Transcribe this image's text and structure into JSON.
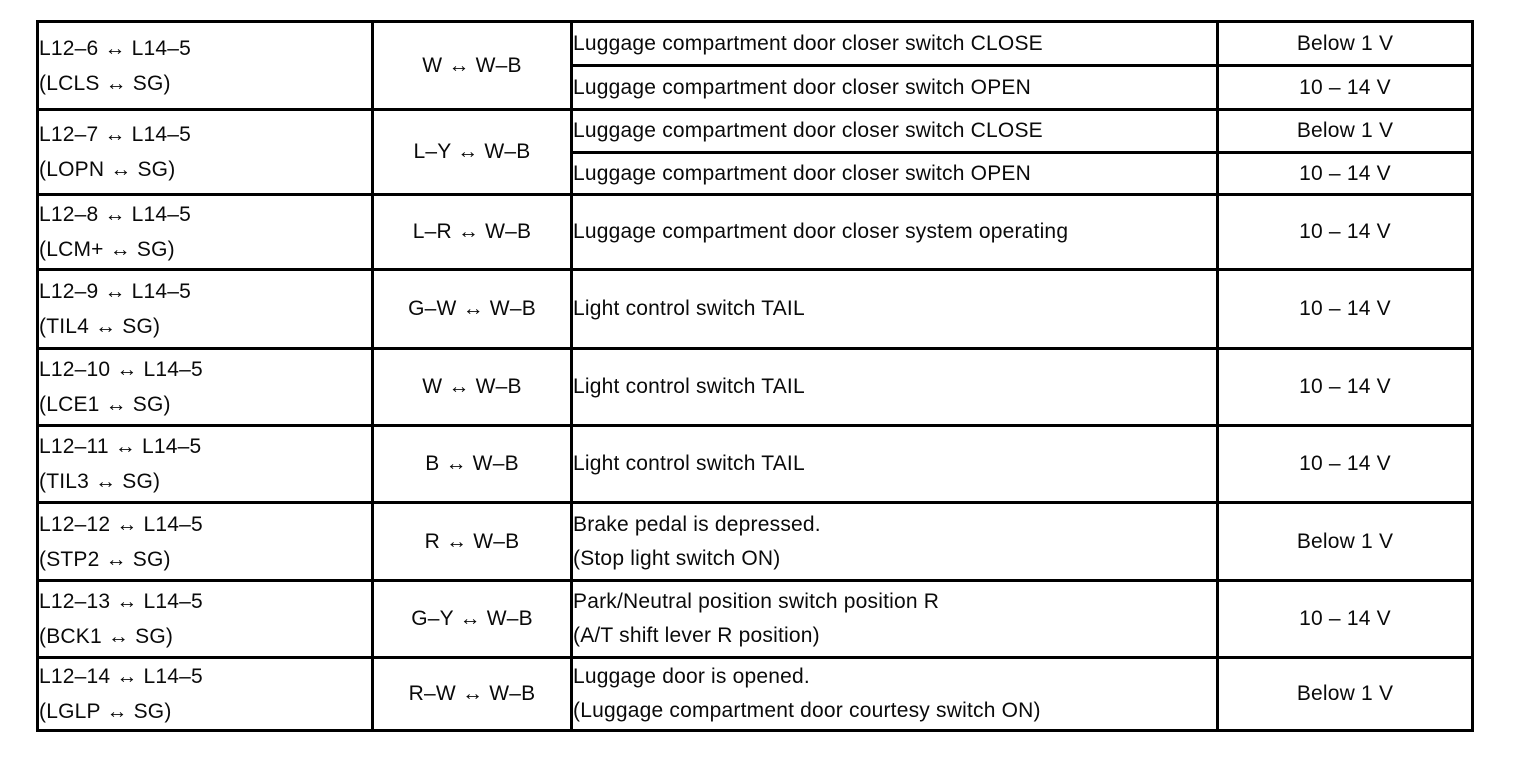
{
  "colors": {
    "ink": "#0a0a0a",
    "paper": "#ffffff",
    "border": "#000000"
  },
  "table": {
    "rows": [
      {
        "terminals": "L12–6 ↔ L14–5",
        "signal": "(LCLS ↔ SG)",
        "wires": "W ↔ W–B",
        "sub": [
          {
            "condition": "Luggage compartment door closer switch CLOSE",
            "voltage": "Below 1 V"
          },
          {
            "condition": "Luggage compartment door closer switch OPEN",
            "voltage": "10 – 14 V"
          }
        ]
      },
      {
        "terminals": "L12–7 ↔ L14–5",
        "signal": "(LOPN ↔ SG)",
        "wires": "L–Y ↔ W–B",
        "sub": [
          {
            "condition": "Luggage compartment door closer switch CLOSE",
            "voltage": "Below 1 V"
          },
          {
            "condition": "Luggage compartment door closer switch OPEN",
            "voltage": "10 – 14 V"
          }
        ]
      },
      {
        "terminals": "L12–8 ↔ L14–5",
        "signal": "(LCM+ ↔ SG)",
        "wires": "L–R ↔ W–B",
        "condition": "Luggage compartment door closer system operating",
        "voltage": "10 – 14 V"
      },
      {
        "terminals": "L12–9 ↔ L14–5",
        "signal": "(TIL4 ↔ SG)",
        "wires": "G–W ↔ W–B",
        "condition": "Light control switch TAIL",
        "voltage": "10 – 14 V"
      },
      {
        "terminals": "L12–10 ↔ L14–5",
        "signal": "(LCE1 ↔ SG)",
        "wires": "W ↔ W–B",
        "condition": "Light control switch TAIL",
        "voltage": "10 – 14 V"
      },
      {
        "terminals": "L12–11 ↔ L14–5",
        "signal": "(TIL3 ↔ SG)",
        "wires": "B ↔ W–B",
        "condition": "Light control switch TAIL",
        "voltage": "10 – 14 V"
      },
      {
        "terminals": "L12–12 ↔ L14–5",
        "signal": "(STP2 ↔ SG)",
        "wires": "R ↔ W–B",
        "condition_line1": "Brake pedal is depressed.",
        "condition_line2": "(Stop light switch ON)",
        "voltage": "Below 1 V"
      },
      {
        "terminals": "L12–13 ↔ L14–5",
        "signal": "(BCK1 ↔ SG)",
        "wires": "G–Y ↔ W–B",
        "condition_line1": "Park/Neutral position switch position R",
        "condition_line2": "(A/T shift lever R position)",
        "voltage": "10 – 14 V"
      },
      {
        "terminals": "L12–14 ↔ L14–5",
        "signal": "(LGLP ↔ SG)",
        "wires": "R–W ↔ W–B",
        "condition_line1": "Luggage door is opened.",
        "condition_line2": "(Luggage compartment door courtesy switch ON)",
        "voltage": "Below 1 V"
      }
    ]
  }
}
